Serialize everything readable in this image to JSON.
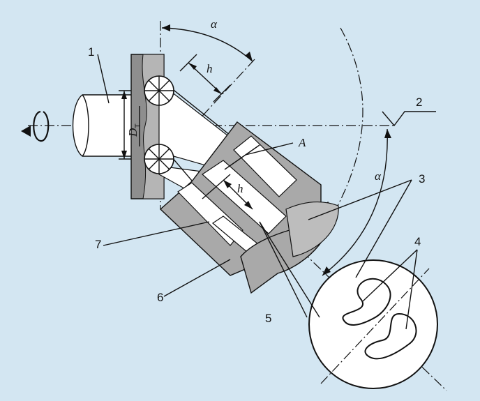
{
  "labels": {
    "part_1": "1",
    "part_2": "2",
    "part_3": "3",
    "part_4": "4",
    "part_5": "5",
    "part_6": "6",
    "part_7": "7",
    "alpha_top": "α",
    "alpha_right": "α",
    "h_top": "h",
    "h_mid": "h",
    "diameter": "D",
    "diameter_sub": "T",
    "point_a": "A"
  },
  "colors": {
    "background": "#d3e6f2",
    "casing_gray": "#a9a9a9",
    "plate_gray": "#8e8e8e",
    "outline": "#111111",
    "white": "#ffffff"
  }
}
